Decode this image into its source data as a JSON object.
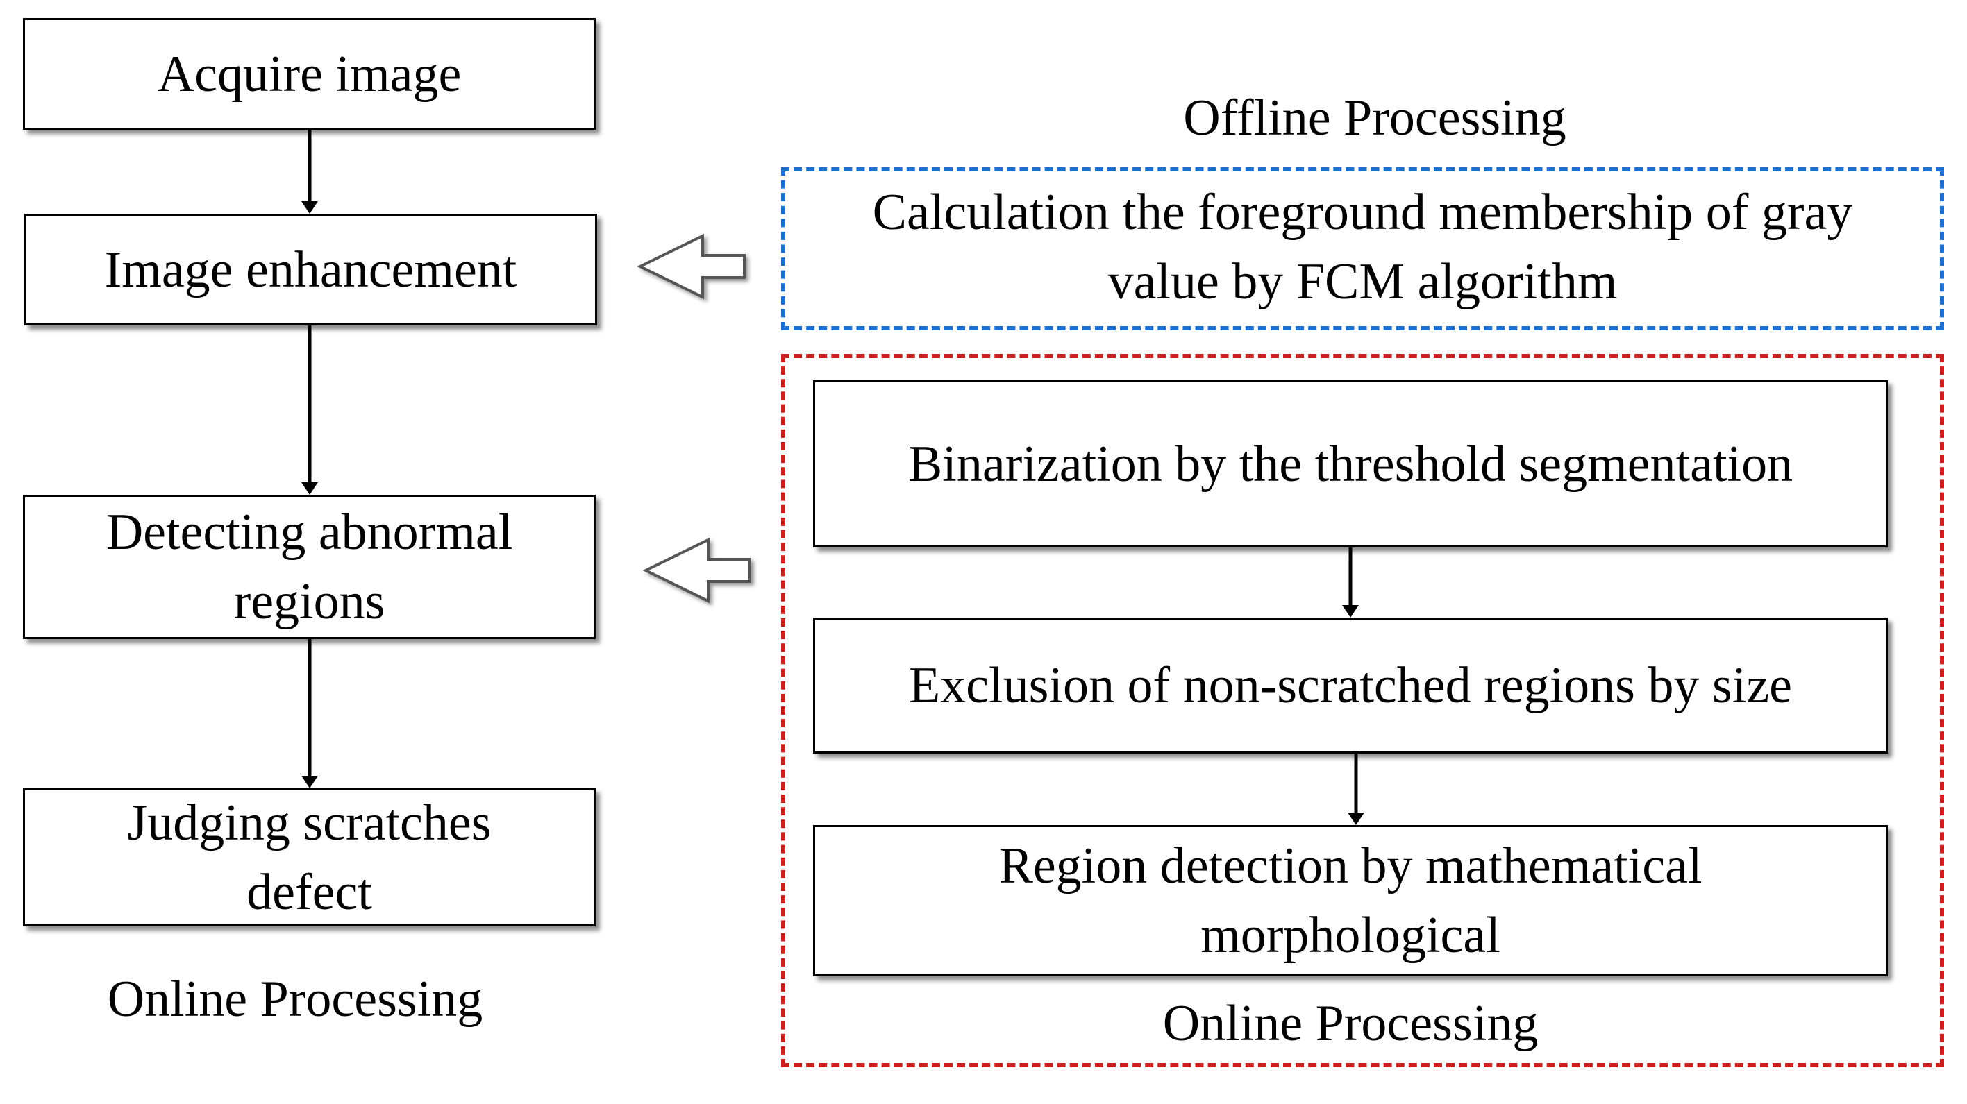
{
  "left_flow": {
    "step_1": "Acquire image",
    "step_2": "Image enhancement",
    "step_3_line1": "Detecting abnormal",
    "step_3_line2": "regions",
    "step_4_line1": "Judging scratches",
    "step_4_line2": "defect",
    "caption": "Online Processing"
  },
  "offline_group": {
    "title": "Offline Processing",
    "line1": "Calculation the foreground membership of gray",
    "line2": "value by FCM algorithm",
    "border_color": "#1f6fd1"
  },
  "online_group": {
    "step_1": "Binarization by the threshold segmentation",
    "step_2": "Exclusion of non-scratched regions by size",
    "step_3_line1": "Region detection by mathematical",
    "step_3_line2": "morphological",
    "caption": "Online Processing",
    "border_color": "#cc1f1f"
  }
}
